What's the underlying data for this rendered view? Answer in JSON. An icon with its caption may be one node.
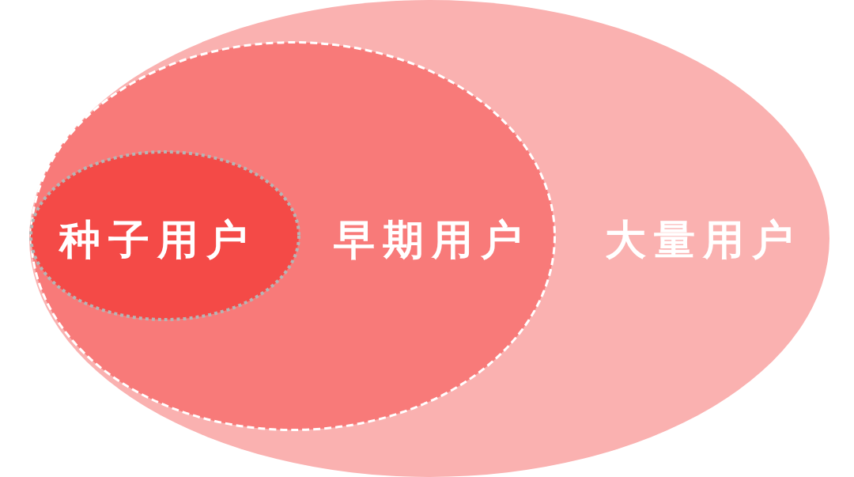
{
  "diagram": {
    "nodes": [
      {
        "text": [
          "大量用户"
        ]
      },
      {
        "text": [
          "早期用户"
        ],
        "in": 0
      },
      {
        "text": [
          "种子用户"
        ],
        "in": 1
      }
    ]
  }
}
